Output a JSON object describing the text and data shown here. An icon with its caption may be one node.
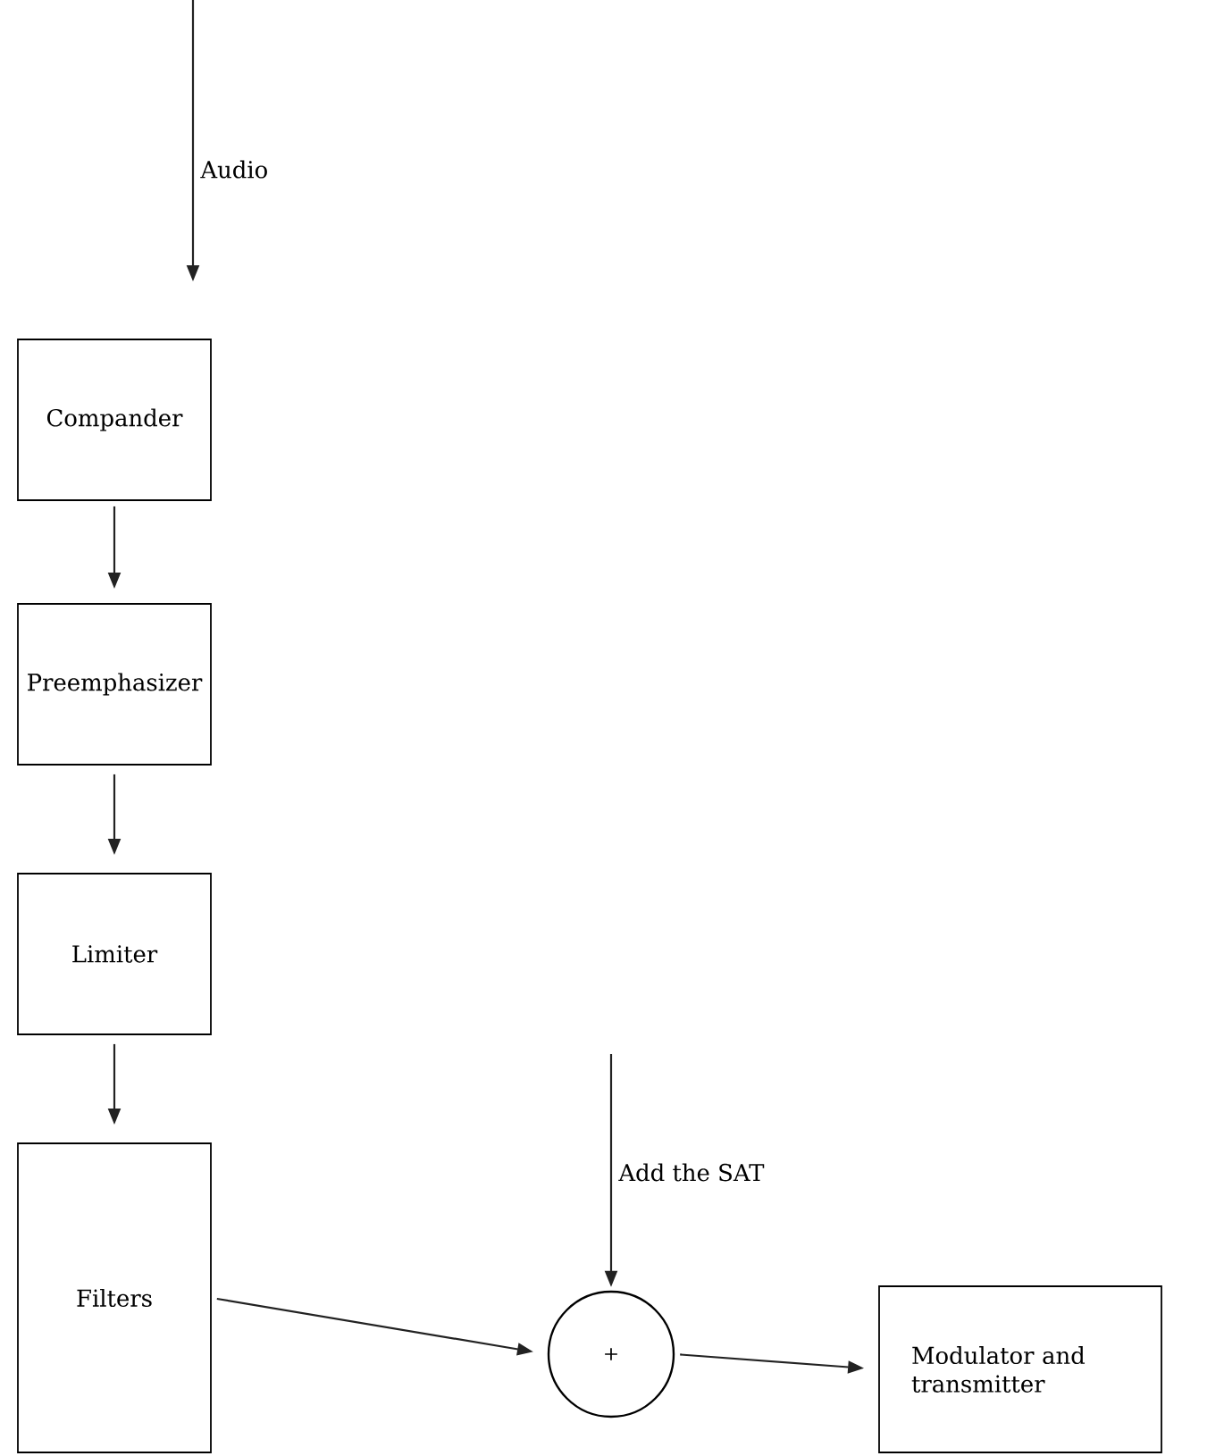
{
  "diagram": {
    "nodes": [
      {
        "text": [
          "Compander"
        ]
      },
      {
        "text": [
          "Preemphasizer"
        ]
      },
      {
        "text": [
          "Limiter"
        ]
      },
      {
        "text": [
          "Filters"
        ]
      },
      {
        "text": [
          "+"
        ]
      },
      {
        "text": [
          "Modulator and transmitter"
        ]
      }
    ],
    "edges": [
      {
        "from": null,
        "to": 0,
        "arrow": "to",
        "label": "Audio"
      },
      {
        "from": 0,
        "to": 1,
        "arrow": "to"
      },
      {
        "from": 1,
        "to": 2,
        "arrow": "to"
      },
      {
        "from": 2,
        "to": 3,
        "arrow": "to"
      },
      {
        "from": 3,
        "to": 4,
        "arrow": "to"
      },
      {
        "from": null,
        "to": 4,
        "arrow": "to",
        "label": "Add the SAT"
      },
      {
        "from": 4,
        "to": 5,
        "arrow": "to"
      }
    ]
  }
}
